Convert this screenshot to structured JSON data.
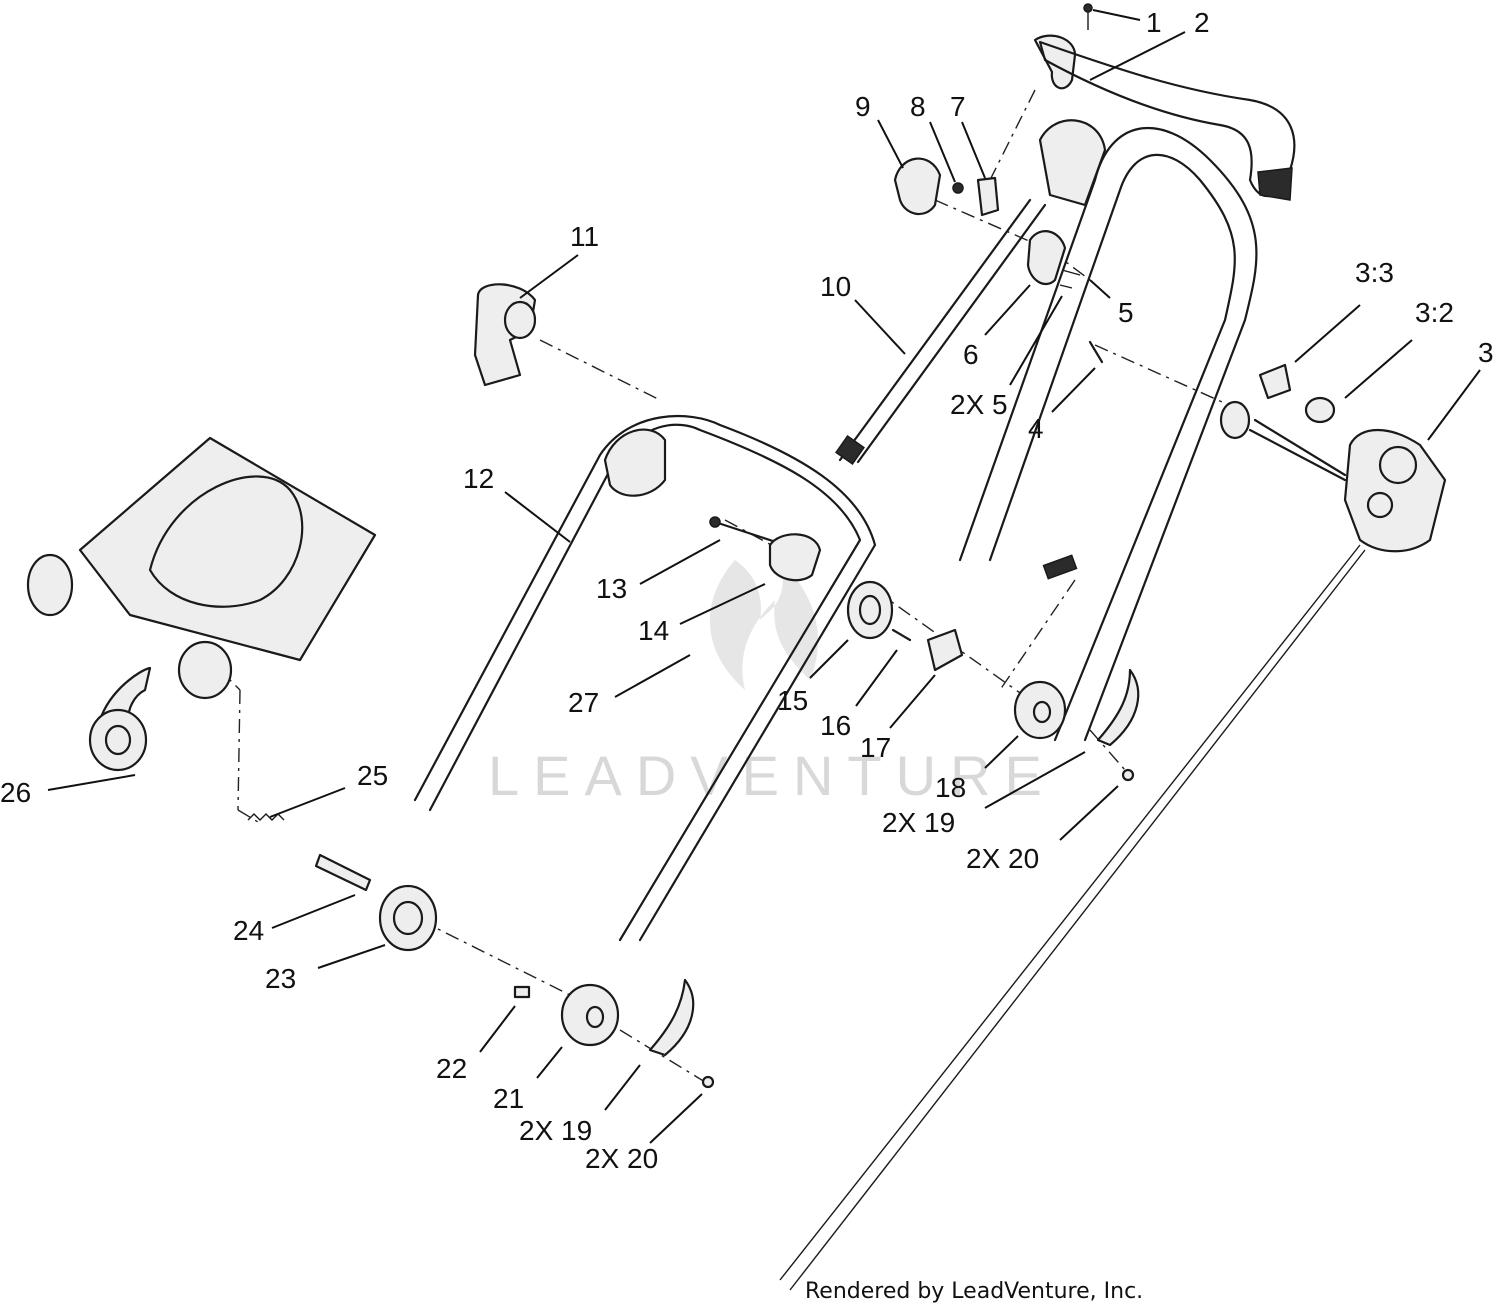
{
  "callouts": [
    {
      "id": "c1",
      "label": "1"
    },
    {
      "id": "c2",
      "label": "2"
    },
    {
      "id": "c3",
      "label": "3"
    },
    {
      "id": "c3_2",
      "label": "3:2"
    },
    {
      "id": "c3_3",
      "label": "3:3"
    },
    {
      "id": "c4",
      "label": "4"
    },
    {
      "id": "c5",
      "label": "5"
    },
    {
      "id": "c2x5",
      "label": "2X 5"
    },
    {
      "id": "c6",
      "label": "6"
    },
    {
      "id": "c7",
      "label": "7"
    },
    {
      "id": "c8",
      "label": "8"
    },
    {
      "id": "c9",
      "label": "9"
    },
    {
      "id": "c10",
      "label": "10"
    },
    {
      "id": "c11",
      "label": "11"
    },
    {
      "id": "c12",
      "label": "12"
    },
    {
      "id": "c13",
      "label": "13"
    },
    {
      "id": "c14",
      "label": "14"
    },
    {
      "id": "c15",
      "label": "15"
    },
    {
      "id": "c16",
      "label": "16"
    },
    {
      "id": "c17",
      "label": "17"
    },
    {
      "id": "c18",
      "label": "18"
    },
    {
      "id": "c2x19a",
      "label": "2X 19"
    },
    {
      "id": "c2x20a",
      "label": "2X 20"
    },
    {
      "id": "c21",
      "label": "21"
    },
    {
      "id": "c22",
      "label": "22"
    },
    {
      "id": "c23",
      "label": "23"
    },
    {
      "id": "c24",
      "label": "24"
    },
    {
      "id": "c25",
      "label": "25"
    },
    {
      "id": "c26",
      "label": "26"
    },
    {
      "id": "c27",
      "label": "27"
    },
    {
      "id": "c2x19b",
      "label": "2X 19"
    },
    {
      "id": "c2x20b",
      "label": "2X 20"
    }
  ],
  "watermark": "LEADVENTURE",
  "credit": "Rendered by LeadVenture, Inc."
}
